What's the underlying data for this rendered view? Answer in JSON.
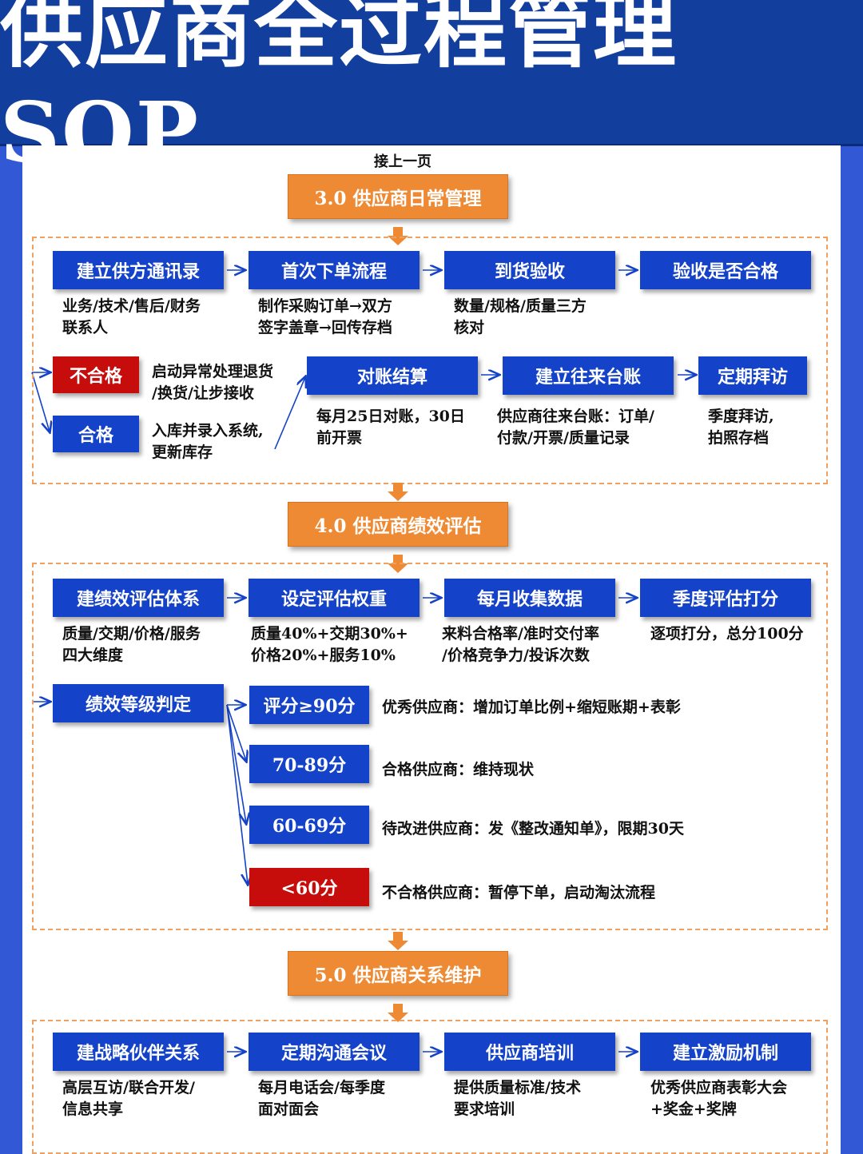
{
  "header": {
    "title": "供应商全过程管理SOP"
  },
  "continue_note": "接上一页",
  "section3": {
    "title": "3.0  供应商日常管理",
    "row1": [
      {
        "label": "建立供方通讯录",
        "desc": "业务/技术/售后/财务\n联系人"
      },
      {
        "label": "首次下单流程",
        "desc": "制作采购订单→双方\n签字盖章→回传存档"
      },
      {
        "label": "到货验收",
        "desc": "数量/规格/质量三方\n核对"
      },
      {
        "label": "验收是否合格",
        "desc": ""
      }
    ],
    "fail": {
      "label": "不合格",
      "desc": "启动异常处理退货\n/换货/让步接收"
    },
    "pass": {
      "label": "合格",
      "desc": "入库并录入系统,\n更新库存"
    },
    "row2": [
      {
        "label": "对账结算",
        "desc": "每月25日对账，30日\n前开票"
      },
      {
        "label": "建立往来台账",
        "desc": "供应商往来台账：订单/\n付款/开票/质量记录"
      },
      {
        "label": "定期拜访",
        "desc": "季度拜访,\n拍照存档"
      }
    ]
  },
  "section4": {
    "title": "4.0 供应商绩效评估",
    "row1": [
      {
        "label": "建绩效评估体系",
        "desc": "质量/交期/价格/服务\n四大维度"
      },
      {
        "label": "设定评估权重",
        "desc": "质量40%+交期30%+\n价格20%+服务10%"
      },
      {
        "label": "每月收集数据",
        "desc": "来料合格率/准时交付率\n/价格竞争力/投诉次数"
      },
      {
        "label": "季度评估打分",
        "desc": "逐项打分，总分100分"
      }
    ],
    "grade_label": "绩效等级判定",
    "grades": [
      {
        "label": "评分≥90分",
        "desc": "优秀供应商：增加订单比例+缩短账期+表彰",
        "color": "#1442c8"
      },
      {
        "label": "70-89分",
        "desc": "合格供应商：维持现状",
        "color": "#1442c8"
      },
      {
        "label": "60-69分",
        "desc": "待改进供应商：发《整改通知单》，限期30天",
        "color": "#1442c8"
      },
      {
        "label": "<60分",
        "desc": "不合格供应商：暂停下单，启动淘汰流程",
        "color": "#c70c0c"
      }
    ]
  },
  "section5": {
    "title": "5.0 供应商关系维护",
    "row1": [
      {
        "label": "建战略伙伴关系",
        "desc": "高层互访/联合开发/\n信息共享"
      },
      {
        "label": "定期沟通会议",
        "desc": "每月电话会/每季度\n面对面会"
      },
      {
        "label": "供应商培训",
        "desc": "提供质量标准/技术\n要求培训"
      },
      {
        "label": "建立激励机制",
        "desc": "优秀供应商表彰大会\n+奖金+奖牌"
      }
    ]
  },
  "colors": {
    "blue": "#1442c8",
    "red": "#c70c0c",
    "orange": "#ee8a33",
    "banner": "#123e9e"
  }
}
